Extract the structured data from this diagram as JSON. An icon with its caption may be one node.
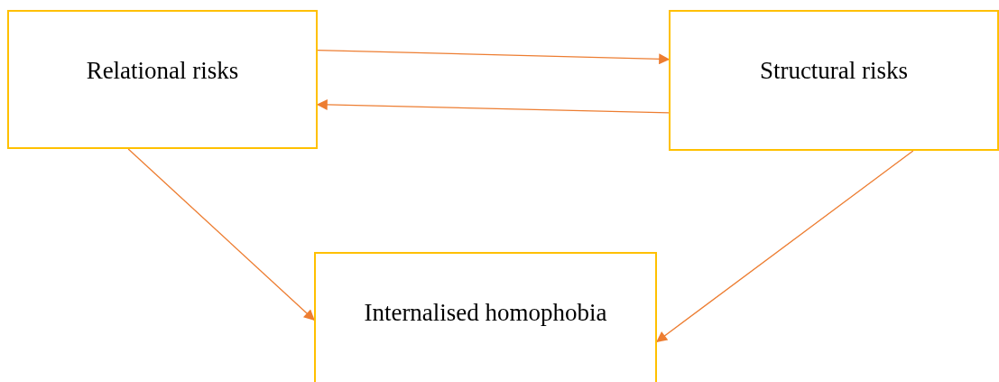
{
  "diagram": {
    "nodes": [
      {
        "text": [
          "Relational risks"
        ]
      },
      {
        "text": [
          "Structural risks"
        ]
      },
      {
        "text": [
          "Internalised homophobia"
        ]
      }
    ],
    "edges": [
      {
        "from": 0,
        "to": 1,
        "arrow": "to"
      },
      {
        "from": 1,
        "to": 0,
        "arrow": "to"
      },
      {
        "from": 0,
        "to": 2,
        "arrow": "to"
      },
      {
        "from": 1,
        "to": 2,
        "arrow": "to"
      }
    ]
  }
}
